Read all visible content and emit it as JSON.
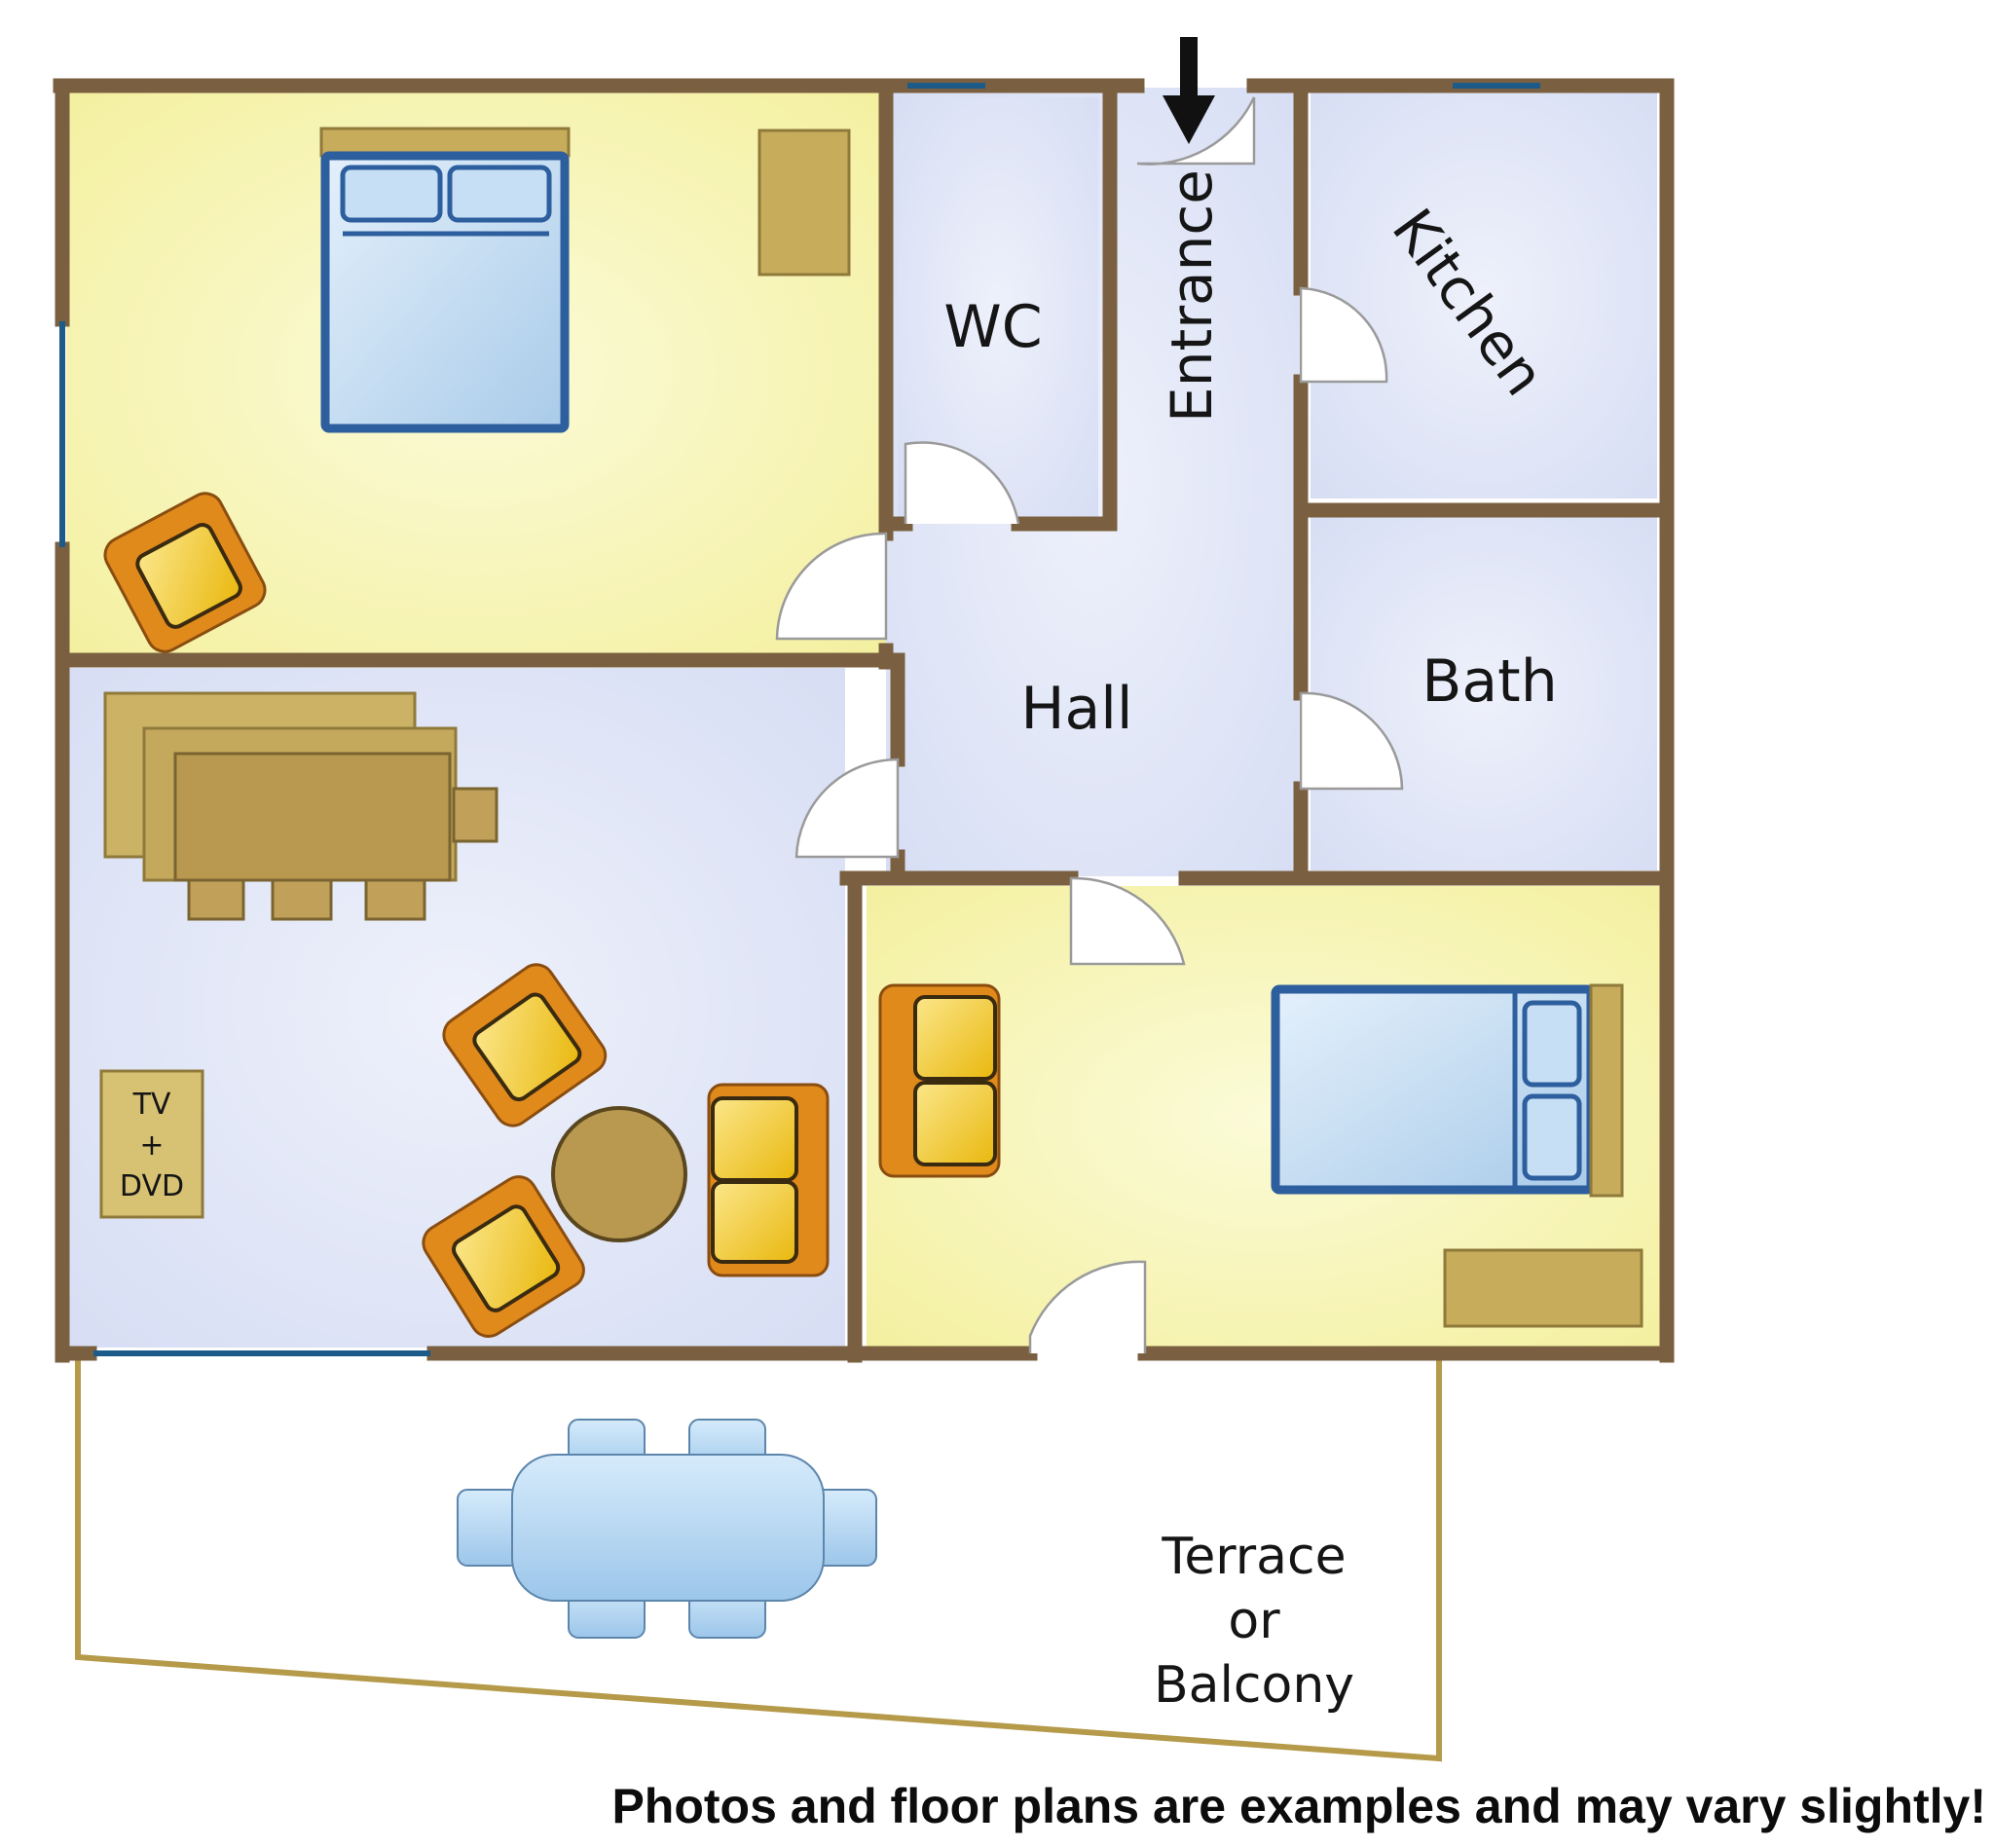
{
  "rooms": {
    "wc": "WC",
    "entrance": "Entrance",
    "kitchen": "Kitchen",
    "hall": "Hall",
    "bath": "Bath",
    "terrace_line1": "Terrace",
    "terrace_line2": "or",
    "terrace_line3": "Balcony"
  },
  "furniture": {
    "tv_line1": "TV",
    "tv_line2": "+",
    "tv_line3": "DVD"
  },
  "disclaimer": "Photos and floor plans are examples and may vary slightly!",
  "colors": {
    "wall": "#7a6040",
    "window": "#1c5a8a",
    "bedroom_floor": "#f7f4a6",
    "living_floor": "#dfe4f6",
    "wet_room_floor": "#d4def2",
    "terrace_border": "#b59a4a",
    "sofa_orange": "#e09020",
    "cushion_yellow": "#f2c81c",
    "table_brown": "#b59a55",
    "bed_blue": "#2d5e9e",
    "terrace_table": "#b8d8f2"
  }
}
